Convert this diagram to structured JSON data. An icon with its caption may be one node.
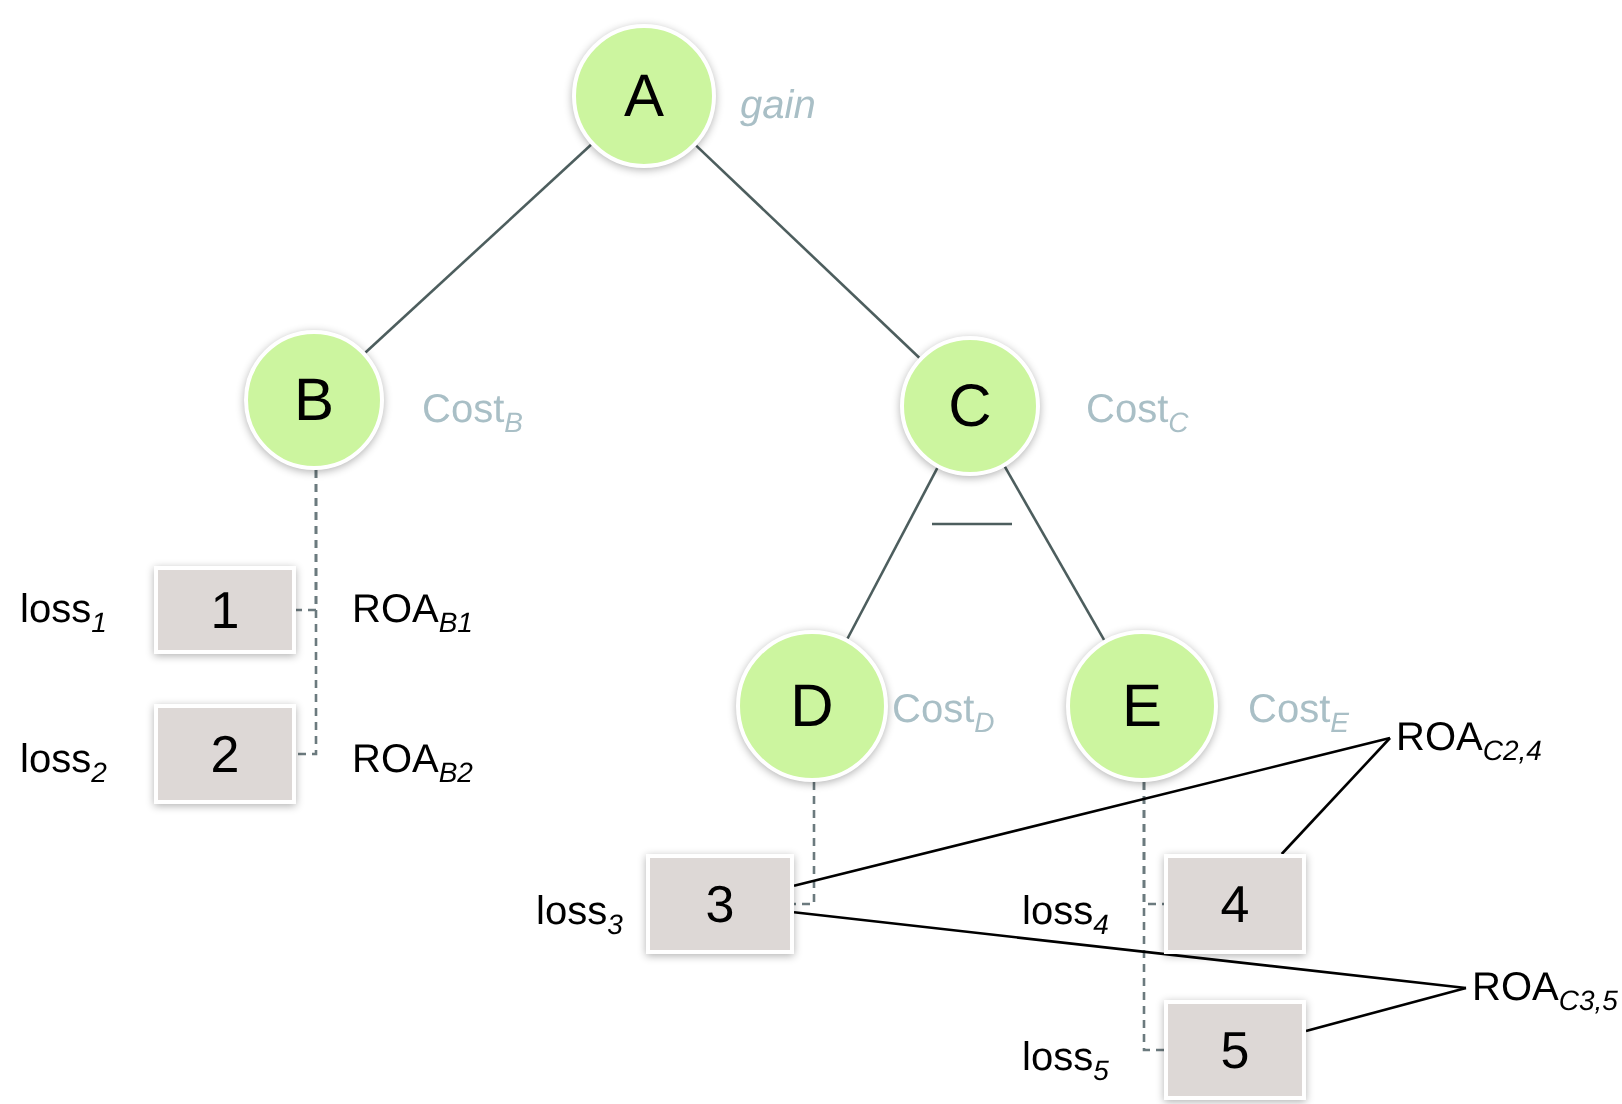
{
  "diagram": {
    "nodes": [
      {
        "text": [
          "A"
        ],
        "beside": [
          "gain"
        ]
      },
      {
        "text": [
          "B"
        ],
        "beside": [
          "Cost$_{B}$"
        ]
      },
      {
        "text": [
          "C"
        ],
        "beside": [
          "Cost$_{C}$"
        ]
      },
      {
        "text": [
          "D"
        ],
        "beside": [
          "Cost$_{D}$"
        ]
      },
      {
        "text": [
          "E"
        ],
        "beside": [
          "Cost$_{E}$"
        ]
      },
      {
        "text": [
          "1"
        ],
        "beside": [
          "loss$_{1}$"
        ]
      },
      {
        "text": [
          "2"
        ],
        "beside": [
          "loss$_{2}$"
        ]
      },
      {
        "text": [
          "3"
        ],
        "beside": [
          "loss$_{3}$"
        ]
      },
      {
        "text": [
          "4"
        ],
        "beside": [
          "loss$_{4}$"
        ]
      },
      {
        "text": [
          "5"
        ],
        "beside": [
          "loss$_{5}$"
        ]
      },
      {
        "text": [
          "ROA$_{C2,4}$"
        ]
      },
      {
        "text": [
          "ROA$_{C3,5}$"
        ]
      }
    ],
    "edges": [
      {
        "from": 0,
        "to": 1,
        "arrow": "none"
      },
      {
        "from": 0,
        "to": 2,
        "arrow": "none"
      },
      {
        "from": 2,
        "to": 3,
        "arrow": "none"
      },
      {
        "from": 2,
        "to": 4,
        "arrow": "none"
      },
      {
        "from": 1,
        "to": 5,
        "arrow": "none",
        "style": "dashed"
      },
      {
        "from": 1,
        "to": 6,
        "arrow": "none",
        "style": "dashed"
      },
      {
        "from": 3,
        "to": 7,
        "arrow": "none",
        "style": "dashed"
      },
      {
        "from": 4,
        "to": 8,
        "arrow": "none",
        "style": "dashed"
      },
      {
        "from": 4,
        "to": 9,
        "arrow": "none",
        "style": "dashed"
      },
      {
        "from": 10,
        "to": 7,
        "arrow": "none",
        "color": "#000000"
      },
      {
        "from": 10,
        "to": 8,
        "arrow": "none",
        "color": "#000000"
      },
      {
        "from": 11,
        "to": 7,
        "arrow": "none",
        "color": "#000000"
      },
      {
        "from": 11,
        "to": 9,
        "arrow": "none",
        "color": "#000000"
      }
    ],
    "labels": [
      "ROA$_{B1}$",
      "ROA$_{B2}$"
    ]
  }
}
